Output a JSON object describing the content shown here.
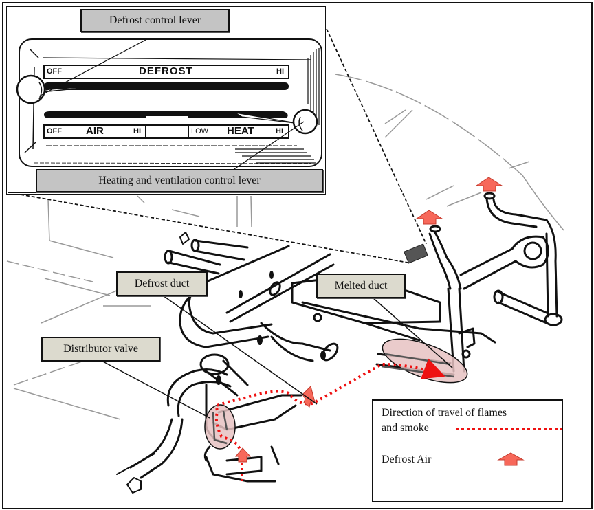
{
  "diagram": {
    "type": "technical-illustration",
    "subject": "Aircraft defrost duct fire path"
  },
  "inset": {
    "callouts": {
      "defrost_lever": "Defrost control lever",
      "heat_vent_lever": "Heating and ventilation control lever"
    },
    "panel": {
      "defrost_row": {
        "off": "OFF",
        "title": "DEFROST",
        "hi": "HI"
      },
      "air_row": {
        "off": "OFF",
        "title": "AIR",
        "hi": "HI"
      },
      "heat_row": {
        "low": "LOW",
        "title": "HEAT",
        "hi": "HI"
      }
    },
    "lever_positions": {
      "defrost": "OFF",
      "heat": "HI"
    }
  },
  "callouts": {
    "defrost_duct": "Defrost duct",
    "melted_duct": "Melted duct",
    "distributor_valve": "Distributor valve"
  },
  "legend": {
    "flames_line1": "Direction of travel of flames",
    "flames_line2": "and smoke",
    "defrost_air": "Defrost Air"
  },
  "colors": {
    "flame_path": "#ee1111",
    "defrost_air_arrow": "#f7685a",
    "highlight_ellipse": "#e6c2c2",
    "label_bg": "#dcdace",
    "inset_label_bg": "#c4c4c4"
  }
}
